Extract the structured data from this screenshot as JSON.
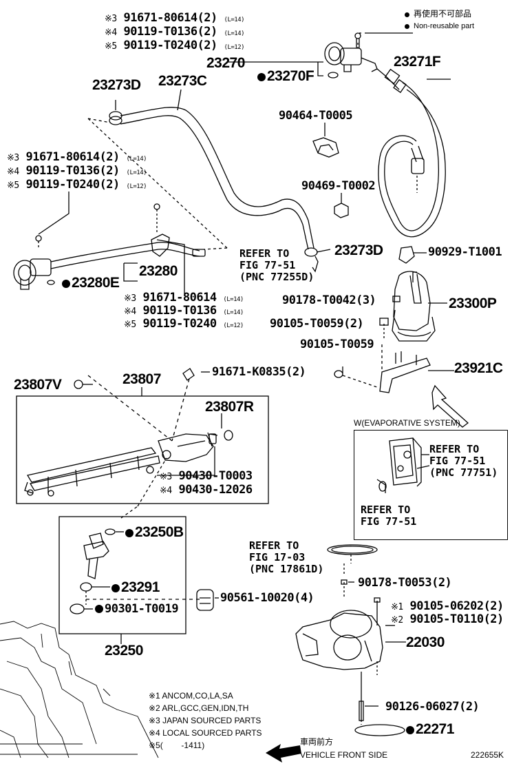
{
  "legend": {
    "item1": "再使用不可部品",
    "item2": "Non-reusable part"
  },
  "top_group": {
    "l1_code": "※3",
    "l1_part": "91671-80614(2)",
    "l1_note": "(L=14)",
    "l2_code": "※4",
    "l2_part": "90119-T0136(2)",
    "l2_note": "(L=14)",
    "l3_code": "※5",
    "l3_part": "90119-T0240(2)",
    "l3_note": "(L=12)"
  },
  "left_group": {
    "l1_code": "※3",
    "l1_part": "91671-80614(2)",
    "l1_note": "(L=14)",
    "l2_code": "※4",
    "l2_part": "90119-T0136(2)",
    "l2_note": "(L=14)",
    "l3_code": "※5",
    "l3_part": "90119-T0240(2)",
    "l3_note": "(L=12)"
  },
  "mid_group": {
    "l1_code": "※3",
    "l1_part": "91671-80614",
    "l1_note": "(L=14)",
    "l2_code": "※4",
    "l2_part": "90119-T0136",
    "l2_note": "(L=14)",
    "l3_code": "※5",
    "l3_part": "90119-T0240",
    "l3_note": "(L=12)"
  },
  "parts": {
    "p23270": "23270",
    "p23270F": "23270F",
    "p23271F": "23271F",
    "p23273D_top": "23273D",
    "p23273C": "23273C",
    "p90464": "90464-T0005",
    "p90469": "90469-T0002",
    "p23273D_mid": "23273D",
    "p90929": "90929-T1001",
    "p23280": "23280",
    "p23280E": "23280E",
    "p90178_42": "90178-T0042(3)",
    "p23300P": "23300P",
    "p90105_59_2": "90105-T0059(2)",
    "p90105_59": "90105-T0059",
    "p23921C": "23921C",
    "p23807V": "23807V",
    "p23807": "23807",
    "p91671_K0835": "91671-K0835(2)",
    "p23807R": "23807R",
    "p90430_T0003_code": "※3",
    "p90430_T0003": "90430-T0003",
    "p90430_12026_code": "※4",
    "p90430_12026": "90430-12026",
    "p23250B": "23250B",
    "p23291": "23291",
    "p90301": "90301-T0019",
    "p90561": "90561-10020(4)",
    "p23250": "23250",
    "p90178_53": "90178-T0053(2)",
    "p90105_06202_code": "※1",
    "p90105_06202": "90105-06202(2)",
    "p90105_T0110_code": "※2",
    "p90105_T0110": "90105-T0110(2)",
    "p22030": "22030",
    "p90126": "90126-06027(2)",
    "p22271": "22271"
  },
  "refs": {
    "r1_l1": "REFER TO",
    "r1_l2": "FIG 77-51",
    "r1_l3": "(PNC 77255D)",
    "r2_l1": "REFER TO",
    "r2_l2": "FIG 77-51",
    "r2_l3": "(PNC 77751)",
    "r3_l1": "REFER TO",
    "r3_l2": "FIG 77-51",
    "r4_l1": "REFER TO",
    "r4_l2": "FIG 17-03",
    "r4_l3": "(PNC 17861D)"
  },
  "evap_box_title": "W(EVAPORATIVE SYSTEM)",
  "footnotes": {
    "n1": "※1 ANCOM,CO,LA,SA",
    "n2": "※2 ARL,GCC,GEN,IDN,TH",
    "n3": "※3 JAPAN SOURCED PARTS",
    "n4": "※4 LOCAL SOURCED PARTS",
    "n5": "※5(        -1411)"
  },
  "direction": {
    "jp": "車両前方",
    "en": "VEHICLE FRONT SIDE"
  },
  "figure_id": "222655K"
}
